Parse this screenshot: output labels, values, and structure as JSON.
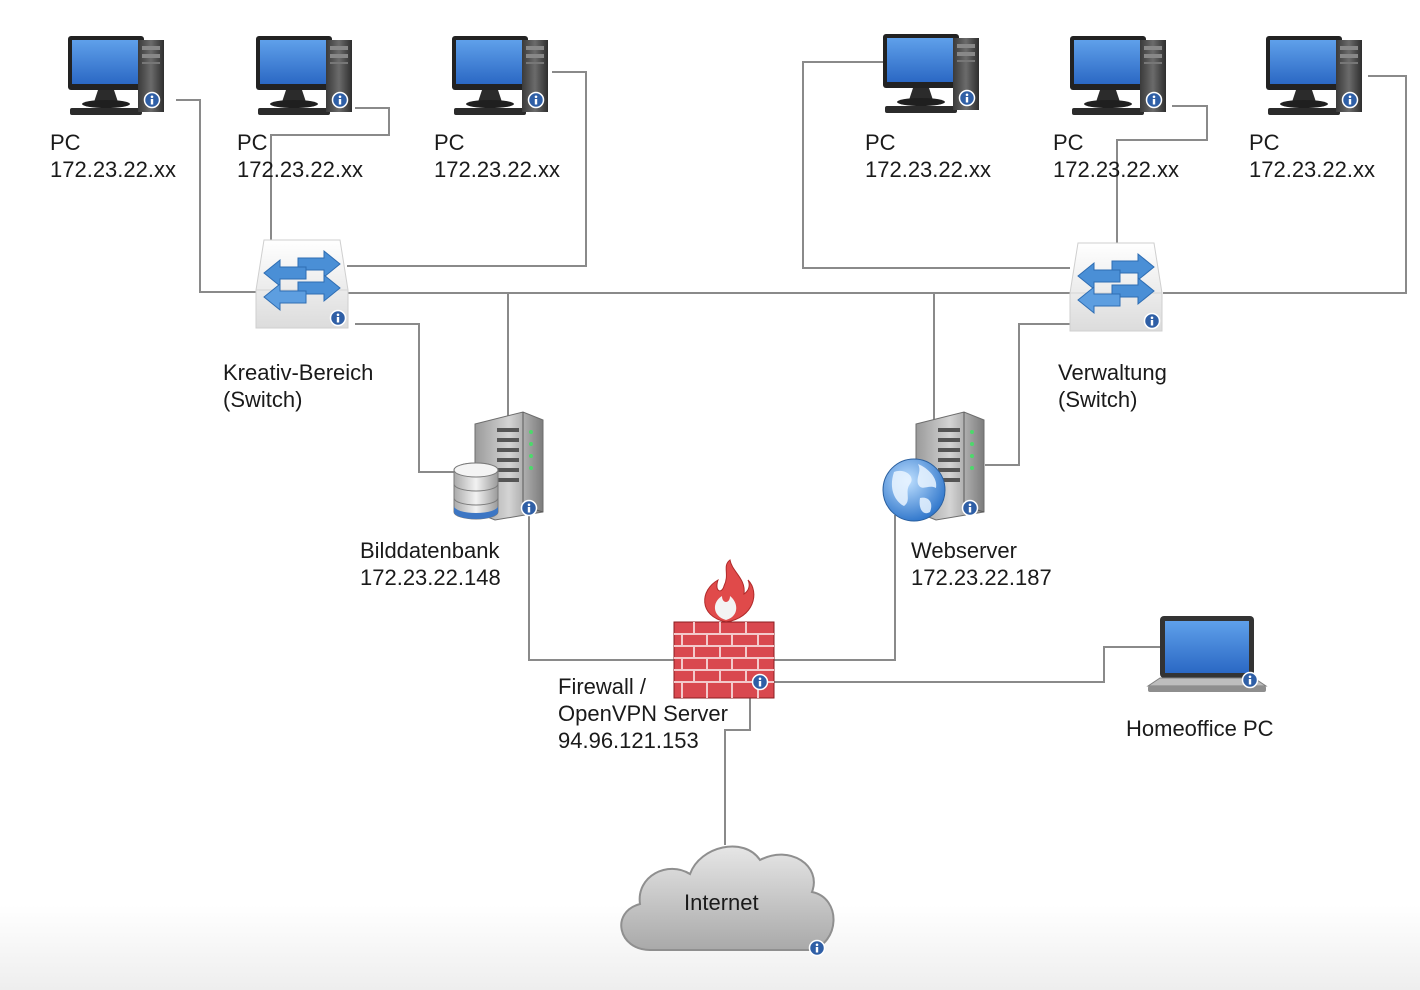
{
  "pcs": [
    {
      "label": "PC",
      "ip": "172.23.22.xx"
    },
    {
      "label": "PC",
      "ip": "172.23.22.xx"
    },
    {
      "label": "PC",
      "ip": "172.23.22.xx"
    },
    {
      "label": "PC",
      "ip": "172.23.22.xx"
    },
    {
      "label": "PC",
      "ip": "172.23.22.xx"
    },
    {
      "label": "PC",
      "ip": "172.23.22.xx"
    }
  ],
  "switch_left": {
    "line1": "Kreativ-Bereich",
    "line2": "(Switch)"
  },
  "switch_right": {
    "line1": "Verwaltung",
    "line2": "(Switch)"
  },
  "db_server": {
    "name": "Bilddatenbank",
    "ip": "172.23.22.148"
  },
  "web_server": {
    "name": "Webserver",
    "ip": "172.23.22.187"
  },
  "firewall": {
    "line1": "Firewall /",
    "line2": "OpenVPN Server",
    "ip": "94.96.121.153"
  },
  "homeoffice": {
    "label": "Homeoffice PC"
  },
  "internet": {
    "label": "Internet"
  },
  "colors": {
    "line": "#8a8a8a",
    "monitor_screen": "#3f7fd6",
    "brick": "#d9484f",
    "switch_arrow": "#4a8fd6"
  }
}
